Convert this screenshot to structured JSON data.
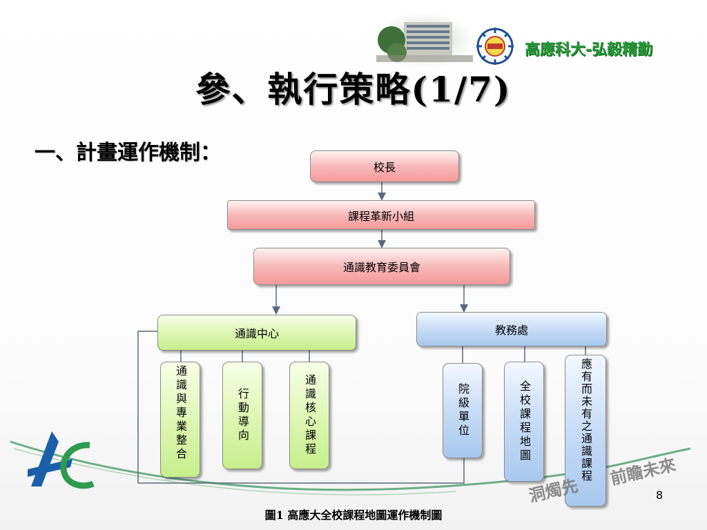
{
  "slide": {
    "title": "參、執行策略(1/7)",
    "subtitle": "一、計畫運作機制：",
    "brand_text": "高應科大-弘毅精勤",
    "slogan_text": "前瞻未來",
    "slogan_partial": "洞燭先",
    "page_number": "8",
    "caption": "圖1  高應大全校課程地圖運作機制圖"
  },
  "org_chart": {
    "top": "校長",
    "second": "課程革新小組",
    "third": "通識教育委員會",
    "left_unit": {
      "label": "通識中心",
      "children": [
        "通識與專業整合",
        "行動導向",
        "通識核心課程"
      ]
    },
    "right_unit": {
      "label": "教務處",
      "children": [
        "院級單位",
        "全校課程地圖",
        "應有而未有之通識課程"
      ]
    }
  },
  "colors": {
    "pink_box": "#f7b9b9",
    "green_box": "#c6ef8c",
    "blue_box": "#a9c8ef",
    "brand_green": "#2a9a3b",
    "connector": "#5a6a7a"
  }
}
